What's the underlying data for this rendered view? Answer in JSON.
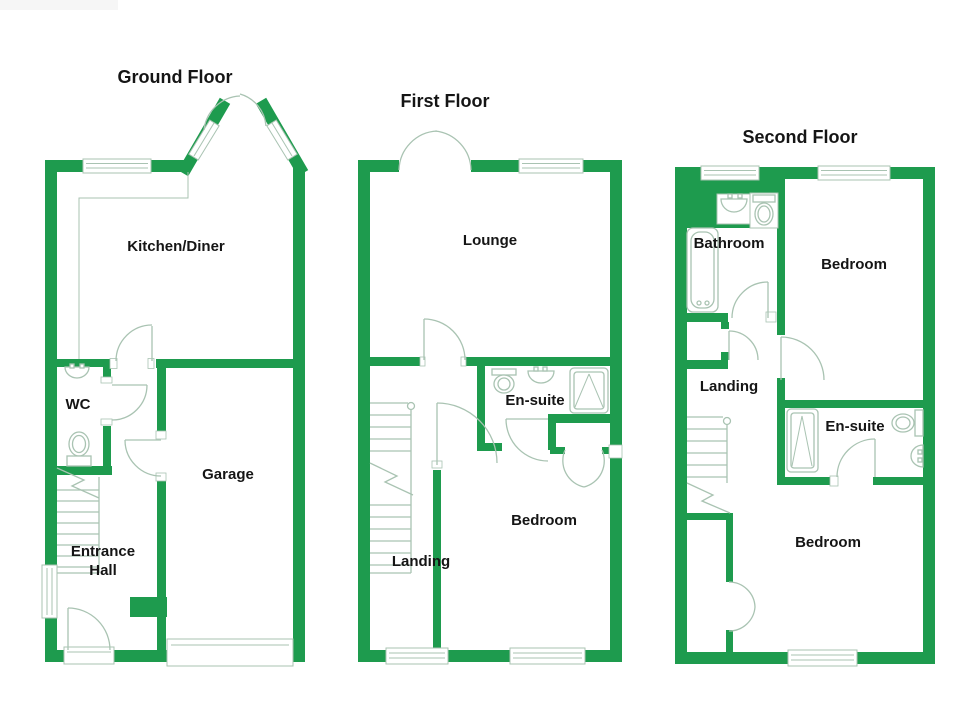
{
  "colors": {
    "wall": "#1e9b4e",
    "line": "#a9c3b2",
    "text": "#151515",
    "background": "#ffffff"
  },
  "ground_floor": {
    "title": "Ground Floor",
    "kitchen_diner": "Kitchen/Diner",
    "wc": "WC",
    "garage": "Garage",
    "entrance_hall_lines": [
      "Entrance",
      "Hall"
    ]
  },
  "first_floor": {
    "title": "First Floor",
    "lounge": "Lounge",
    "en_suite": "En-suite",
    "bedroom": "Bedroom",
    "landing": "Landing"
  },
  "second_floor": {
    "title": "Second Floor",
    "bathroom": "Bathroom",
    "bedroom_front": "Bedroom",
    "landing": "Landing",
    "en_suite": "En-suite",
    "bedroom_back": "Bedroom"
  }
}
